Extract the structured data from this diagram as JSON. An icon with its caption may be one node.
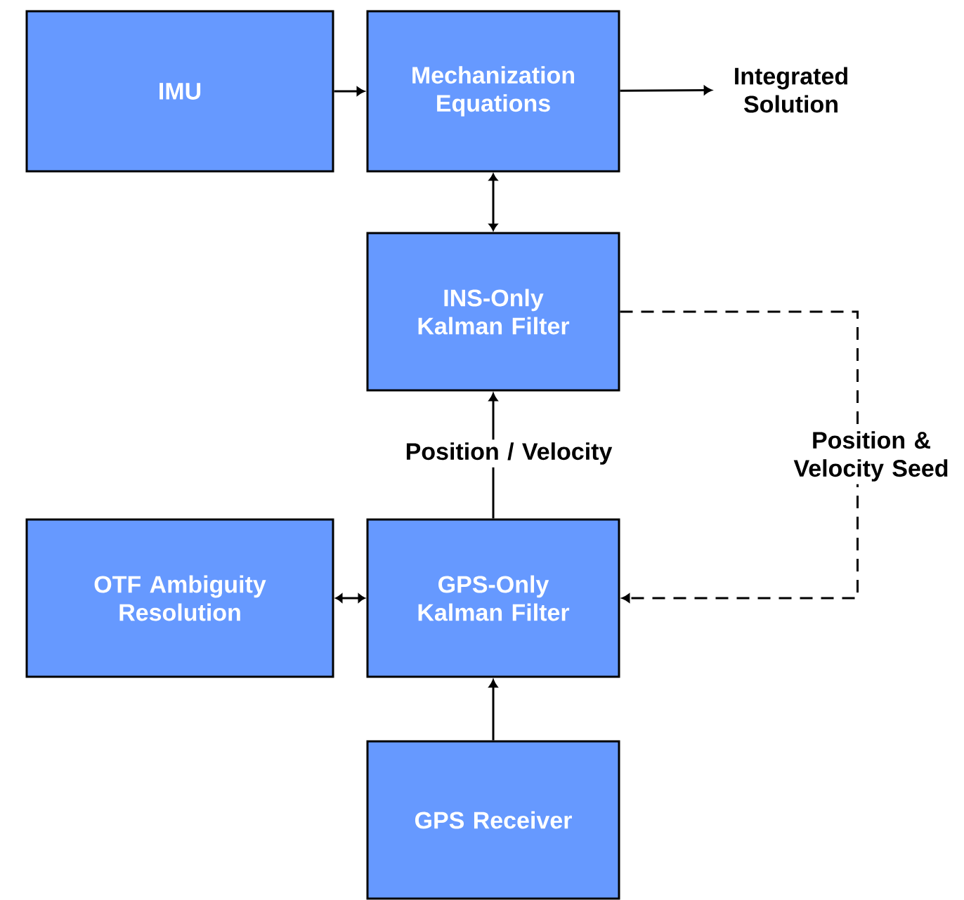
{
  "diagram": {
    "nodes": [
      {
        "text": [
          "IMU"
        ]
      },
      {
        "text": [
          "Mechanization Equations"
        ]
      },
      {
        "text": [
          "INS-Only Kalman Filter"
        ]
      },
      {
        "text": [
          "OTF Ambiguity Resolution"
        ]
      },
      {
        "text": [
          "GPS-Only Kalman Filter"
        ]
      },
      {
        "text": [
          "GPS Receiver"
        ]
      },
      {
        "text": [
          "Integrated Solution"
        ]
      }
    ],
    "edges": [
      {
        "from": 0,
        "to": 1,
        "arrow": "to"
      },
      {
        "from": 1,
        "to": 6,
        "arrow": "to"
      },
      {
        "from": 1,
        "to": 2,
        "arrow": "both"
      },
      {
        "from": 4,
        "to": 2,
        "arrow": "to",
        "label": "Position / Velocity"
      },
      {
        "from": 2,
        "to": 4,
        "arrow": "to",
        "style": "dashed",
        "label": "Position & Velocity Seed"
      },
      {
        "from": 3,
        "to": 4,
        "arrow": "both"
      },
      {
        "from": 5,
        "to": 4,
        "arrow": "to"
      }
    ]
  }
}
